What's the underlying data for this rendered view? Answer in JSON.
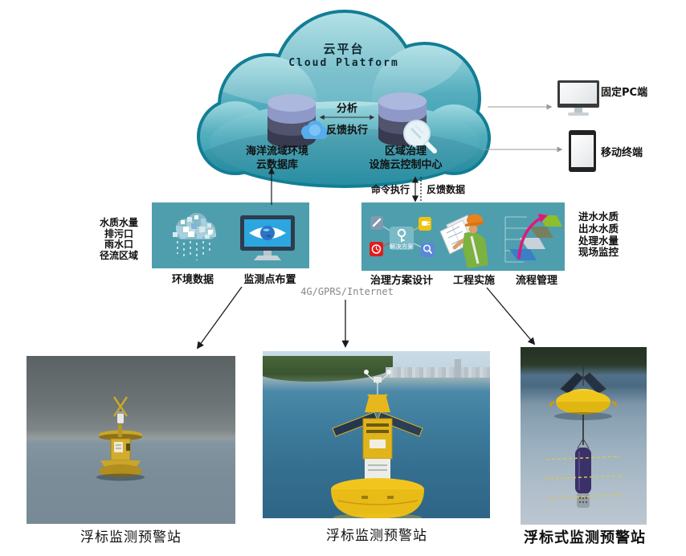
{
  "cloud": {
    "title": "云平台",
    "subtitle": "Cloud Platform",
    "left_db": {
      "line1": "海洋流域环境",
      "line2": "云数据库"
    },
    "right_db": {
      "line1": "区域治理",
      "line2": "设施云控制中心"
    },
    "exchange": {
      "top_label": "分析",
      "bottom_label": "反馈执行"
    }
  },
  "devices": {
    "pc_label": "固定PC端",
    "mobile_label": "移动终端"
  },
  "command_flow": {
    "down_label": "命令执行",
    "up_label": "反馈数据"
  },
  "left_panel": {
    "side_lines": [
      "水质水量",
      "排污口",
      "雨水口",
      "径流区域"
    ],
    "item1_label": "环境数据",
    "item2_label": "监测点布置"
  },
  "right_panel": {
    "side_lines": [
      "进水水质",
      "出水水质",
      "处理水量",
      "现场监控"
    ],
    "item1_label": "治理方案设计",
    "item2_label": "工程实施",
    "item3_label": "流程管理",
    "solution_badge": "解决方案"
  },
  "network_label": "4G/GPRS/Internet",
  "stations": [
    {
      "caption": "浮标监测预警站"
    },
    {
      "caption": "浮标监测预警站"
    },
    {
      "caption": "浮标式监测预警站"
    }
  ],
  "colors": {
    "panel_teal": "#4F9EAD",
    "cloud_border": "#117E94",
    "cloud_fill_top": "#9ED9E0",
    "cloud_fill_bottom": "#2D9AAE",
    "db_top": "#ADB8DF",
    "buoy_yellow": "#E9BB16",
    "arrow_black": "#1a1a1a",
    "arrow_gray": "#999999",
    "steps_arrow_pink": "#E0187C"
  }
}
